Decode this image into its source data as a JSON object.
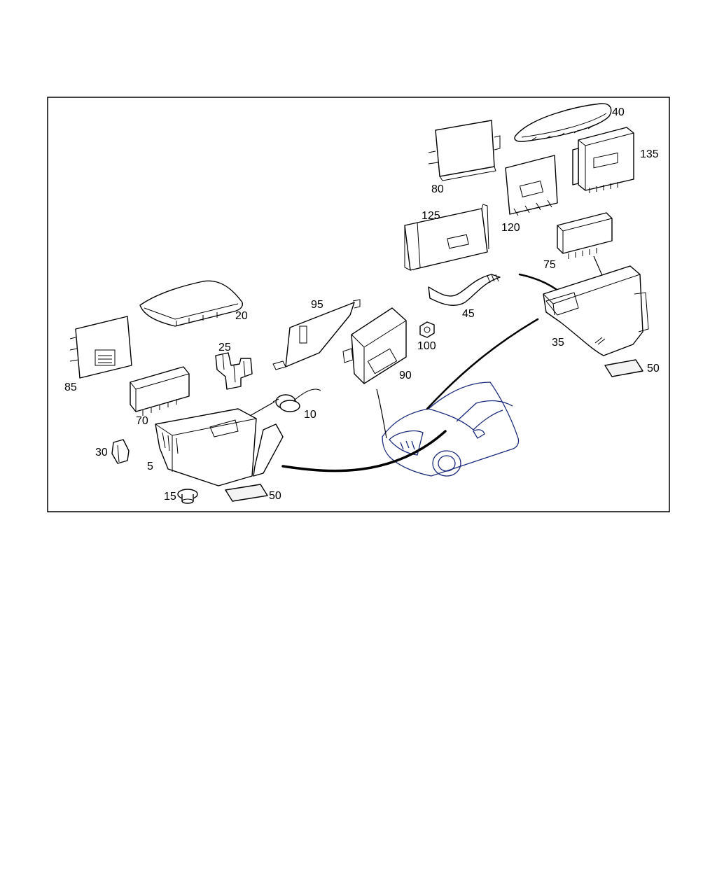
{
  "diagram": {
    "labels": [
      {
        "id": "lbl-40",
        "text": "40"
      },
      {
        "id": "lbl-135",
        "text": "135"
      },
      {
        "id": "lbl-80",
        "text": "80"
      },
      {
        "id": "lbl-120",
        "text": "120"
      },
      {
        "id": "lbl-125",
        "text": "125"
      },
      {
        "id": "lbl-75",
        "text": "75"
      },
      {
        "id": "lbl-45",
        "text": "45"
      },
      {
        "id": "lbl-20",
        "text": "20"
      },
      {
        "id": "lbl-95",
        "text": "95"
      },
      {
        "id": "lbl-100",
        "text": "100"
      },
      {
        "id": "lbl-35",
        "text": "35"
      },
      {
        "id": "lbl-85",
        "text": "85"
      },
      {
        "id": "lbl-25",
        "text": "25"
      },
      {
        "id": "lbl-90",
        "text": "90"
      },
      {
        "id": "lbl-50a",
        "text": "50"
      },
      {
        "id": "lbl-70",
        "text": "70"
      },
      {
        "id": "lbl-10",
        "text": "10"
      },
      {
        "id": "lbl-30",
        "text": "30"
      },
      {
        "id": "lbl-5",
        "text": "5"
      },
      {
        "id": "lbl-15",
        "text": "15"
      },
      {
        "id": "lbl-50b",
        "text": "50"
      }
    ]
  }
}
